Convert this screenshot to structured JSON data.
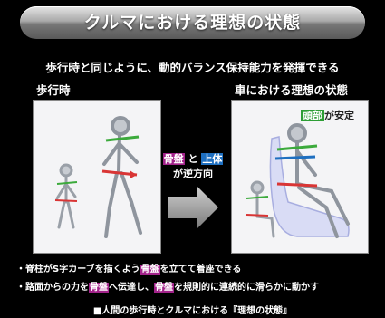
{
  "banner": {
    "title": "クルマにおける理想の状態"
  },
  "subtitle": "歩行時と同じように、動的バランス保持能力を発揮できる",
  "left": {
    "label": "歩行時"
  },
  "right": {
    "label": "車における理想の状態",
    "tag_hl": "頭部",
    "tag_rest": "が安定"
  },
  "middle": {
    "part1": "骨盤",
    "and": "と",
    "part2": "上体",
    "line2": "が逆方向"
  },
  "notes": {
    "n1_a": "・脊柱がS字カーブを描くよう",
    "n1_hl": "骨盤",
    "n1_b": "を立てて着座できる",
    "n2_a": "・路面からの力を",
    "n2_hl1": "骨盤",
    "n2_b": "へ伝達し、",
    "n2_hl2": "骨盤",
    "n2_c": "を規則的に連続的に滑らかに動かす"
  },
  "caption": "■人間の歩行時とクルマにおける『理想の状態』",
  "colors": {
    "purple": "#a2238a",
    "blue": "#1e6fc0",
    "green": "#2d9e35"
  }
}
